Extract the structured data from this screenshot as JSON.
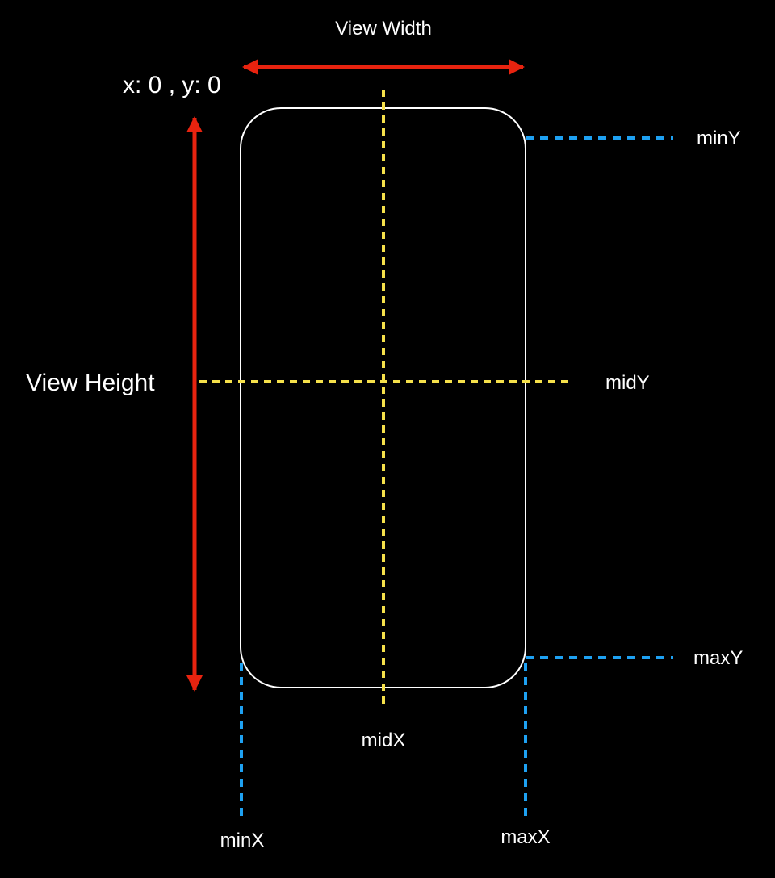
{
  "labels": {
    "view_width": "View Width",
    "origin": "x: 0 , y: 0",
    "view_height": "View Height",
    "min_y": "minY",
    "mid_y": "midY",
    "max_y": "maxY",
    "mid_x": "midX",
    "min_x": "minX",
    "max_x": "maxX"
  },
  "colors": {
    "background": "#000000",
    "view_outline": "#ffffff",
    "dimension_arrow": "#e8230f",
    "midline": "#f5e04a",
    "edge_guide": "#1ea1f2",
    "text": "#ffffff"
  }
}
